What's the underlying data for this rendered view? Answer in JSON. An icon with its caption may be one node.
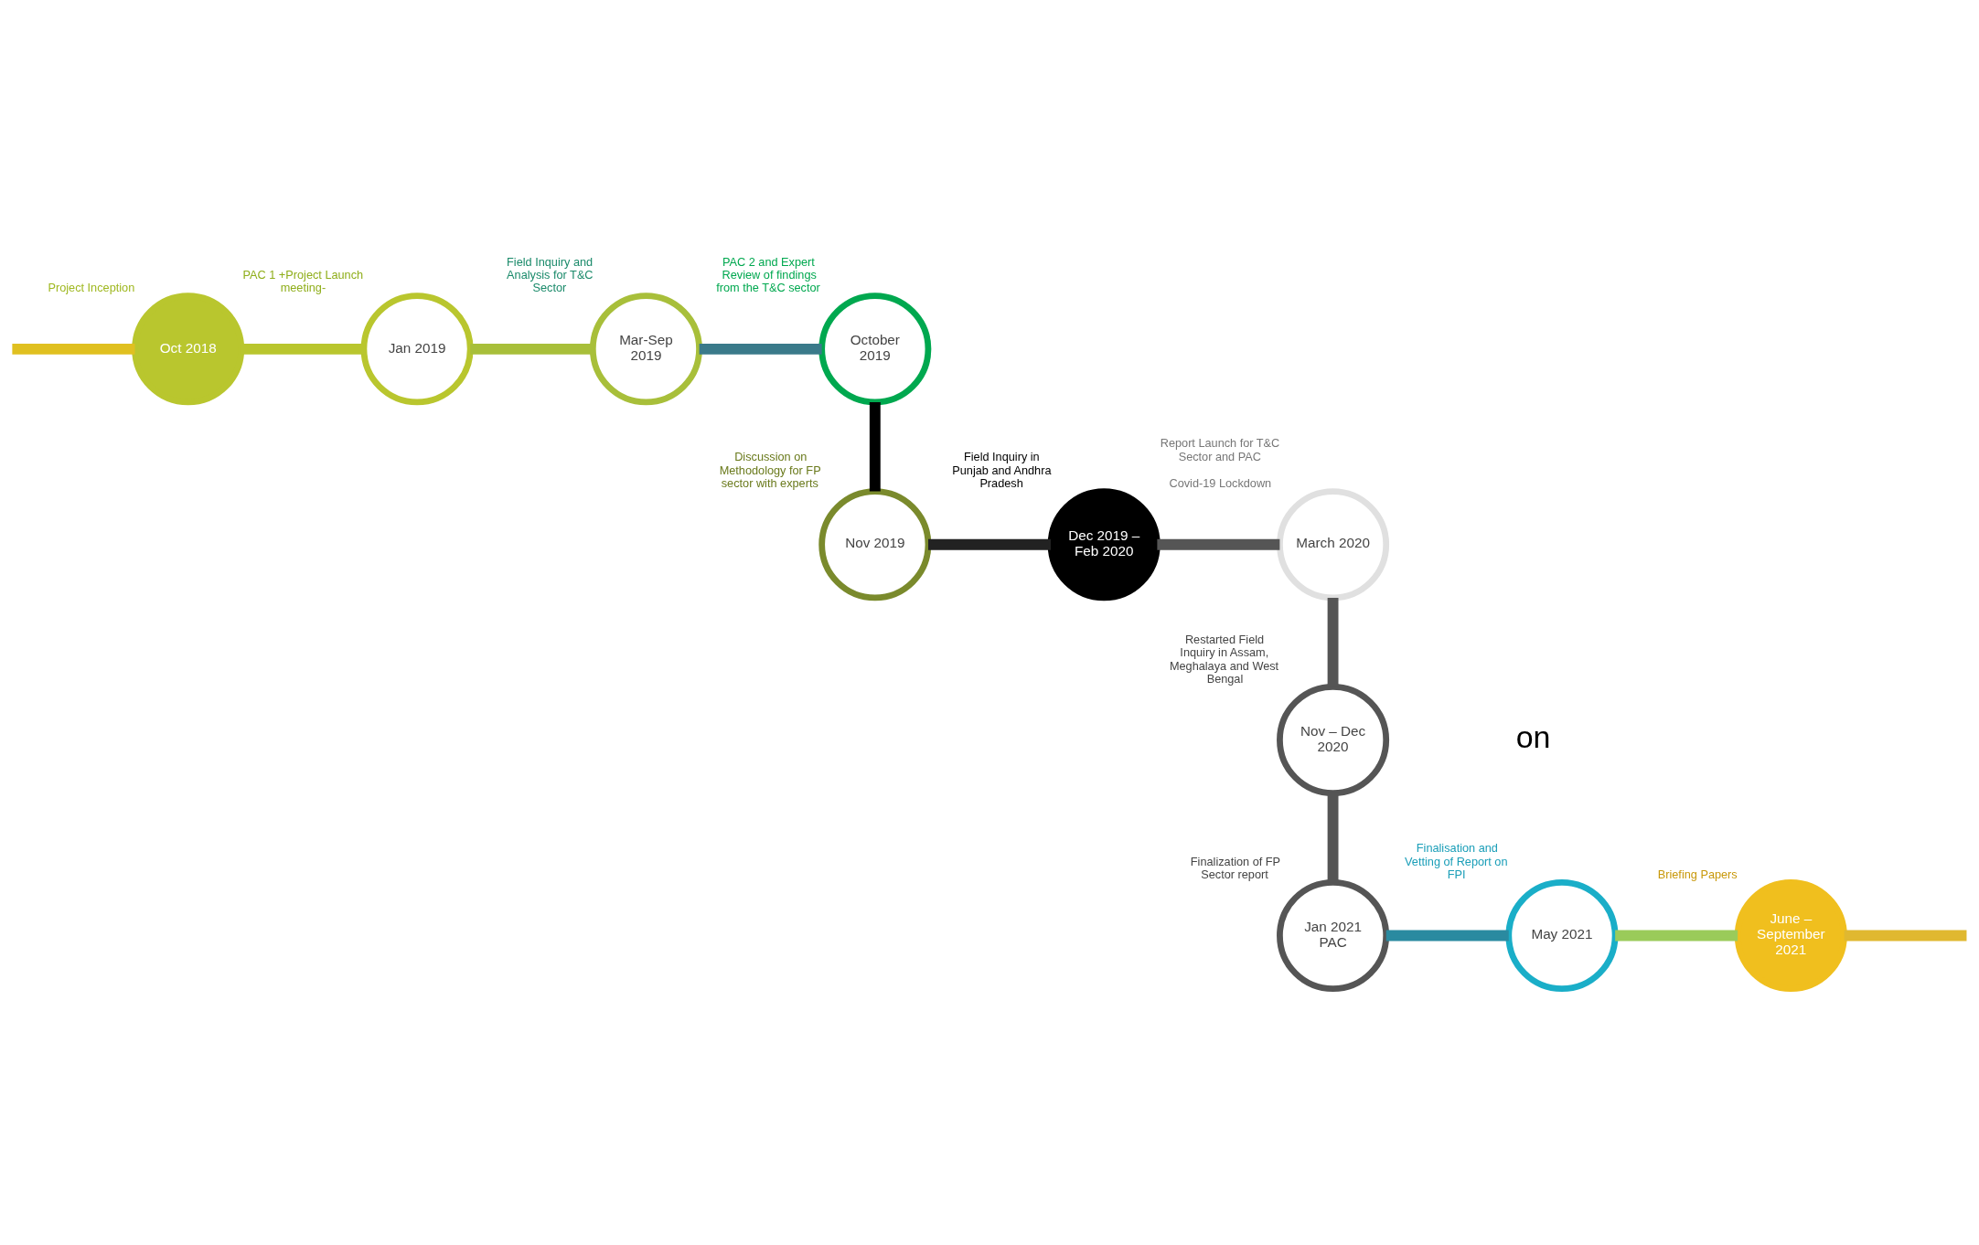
{
  "diagram": {
    "nodes": [
      {
        "text": [
          "Oct 2018"
        ],
        "beside": [
          "Project Inception"
        ]
      },
      {
        "text": [
          "Jan 2019"
        ],
        "beside": [
          "PAC 1 +Project Launch meeting-"
        ]
      },
      {
        "text": [
          "Mar-Sep 2019"
        ],
        "beside": [
          "Field Inquiry and Analysis for T&C Sector"
        ]
      },
      {
        "text": [
          "October 2019"
        ],
        "beside": [
          "PAC 2 and Expert Review of findings from the T&C sector"
        ]
      },
      {
        "text": [
          "Nov 2019"
        ],
        "beside": [
          "Discussion on Methodology for FP sector with experts"
        ]
      },
      {
        "text": [
          "Dec 2019 – Feb 2020"
        ],
        "beside": [
          "Field Inquiry in Punjab and Andhra Pradesh"
        ]
      },
      {
        "text": [
          "March 2020"
        ],
        "beside": [
          "Report Launch for T&C Sector and PAC",
          "Covid-19 Lockdown"
        ]
      },
      {
        "text": [
          "Nov – Dec 2020"
        ],
        "beside": [
          "Restarted Field Inquiry in Assam, Meghalaya and West Bengal"
        ]
      },
      {
        "text": [
          "Jan 2021 PAC"
        ],
        "beside": [
          "Finalization of FP Sector report"
        ]
      },
      {
        "text": [
          "May 2021"
        ],
        "beside": [
          "Finalisation and Vetting of Report on FPI"
        ]
      },
      {
        "text": [
          "June – September 2021"
        ],
        "beside": [
          "Briefing Papers"
        ]
      }
    ],
    "edges": [
      {
        "from": null,
        "to": 0,
        "arrow": "none",
        "color": "#e0c020"
      },
      {
        "from": 0,
        "to": 1,
        "arrow": "none",
        "color": "#b9c62e"
      },
      {
        "from": 1,
        "to": 2,
        "arrow": "none",
        "color": "#a8bf3a"
      },
      {
        "from": 2,
        "to": 3,
        "arrow": "none",
        "color": "#3a7a8a"
      },
      {
        "from": 3,
        "to": 4,
        "arrow": "none",
        "color": "#000000"
      },
      {
        "from": 4,
        "to": 5,
        "arrow": "none",
        "color": "#222222"
      },
      {
        "from": 5,
        "to": 6,
        "arrow": "none",
        "color": "#555555"
      },
      {
        "from": 6,
        "to": 7,
        "arrow": "none",
        "color": "#555555"
      },
      {
        "from": 7,
        "to": 8,
        "arrow": "none",
        "color": "#555555"
      },
      {
        "from": 8,
        "to": 9,
        "arrow": "none",
        "color": "#2a8aa0"
      },
      {
        "from": 9,
        "to": 10,
        "arrow": "none",
        "color": "#9acb5a"
      },
      {
        "from": 10,
        "to": null,
        "arrow": "none",
        "color": "#e0b830"
      }
    ],
    "labels": [
      "on"
    ]
  }
}
